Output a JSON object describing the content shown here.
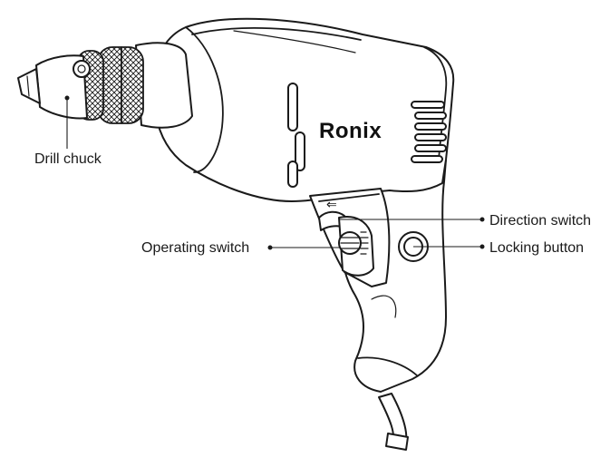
{
  "brand": {
    "logo_text": "Ronix"
  },
  "labels": {
    "drill_chuck": "Drill chuck",
    "direction_switch": "Direction switch",
    "operating_switch": "Operating switch",
    "locking_button": "Locking button"
  },
  "direction_arrow_glyph": "⇐"
}
